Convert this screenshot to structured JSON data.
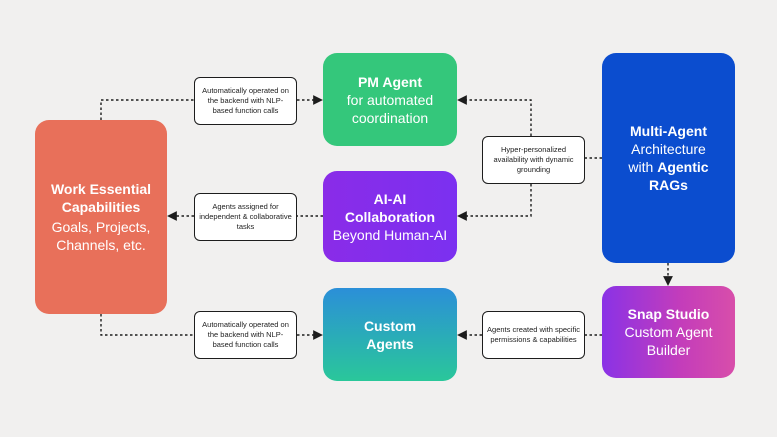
{
  "boxes": {
    "work": {
      "title": "Work Essential Capabilities",
      "subtitle": "Goals, Projects, Channels, etc."
    },
    "pm": {
      "title": "PM Agent",
      "subtitle": "for automated coordination"
    },
    "ai": {
      "title": "AI-AI Collaboration",
      "subtitle": "Beyond Human-AI"
    },
    "custom": {
      "title": "Custom Agents"
    },
    "multi": {
      "line1": "Multi-Agent",
      "line2": "Architecture",
      "line3_prefix": "with",
      "line3_bold": "Agentic",
      "line4": "RAGs"
    },
    "snap": {
      "title": "Snap Studio",
      "subtitle": "Custom Agent Builder"
    }
  },
  "labels": {
    "work_to_pm": "Automatically operated on the backend with NLP-based function calls",
    "ai_to_work": "Agents assigned for independent & collaborative tasks",
    "work_to_custom": "Automatically operated on the backend with NLP-based function calls",
    "multi_to_pm_ai": "Hyper-personalized availability with dynamic grounding",
    "snap_to_custom": "Agents created with specific permissions & capabilities"
  },
  "colors": {
    "background": "#f1f0ef",
    "work": "#e8705a",
    "pm": "#34c77b",
    "ai": "#7b30f0",
    "custom": "#2ac79a",
    "multi": "#0b4dcf",
    "snap": "#c43dba"
  }
}
